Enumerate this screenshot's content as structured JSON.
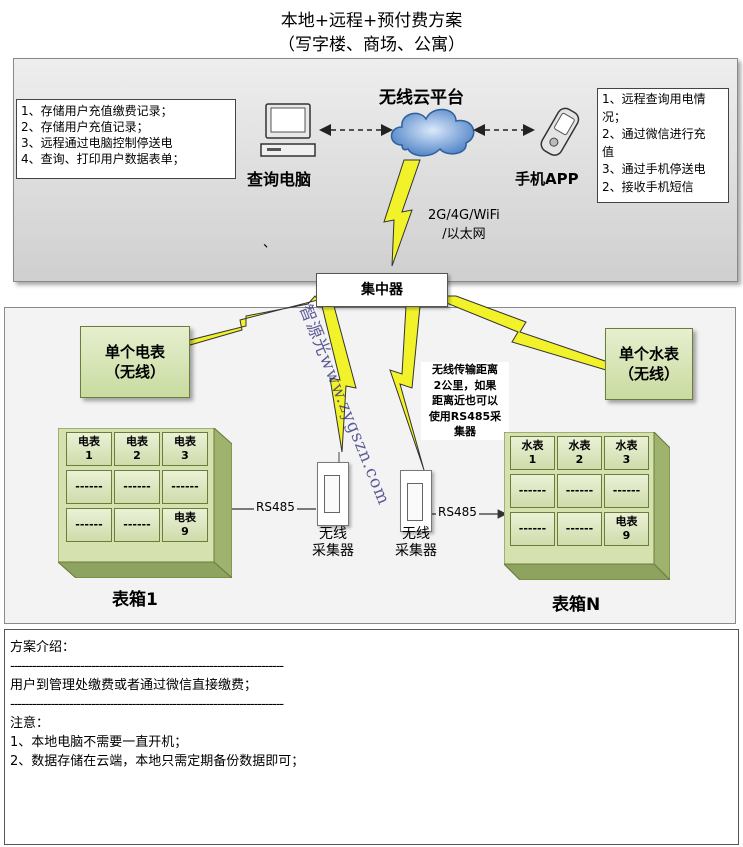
{
  "title": {
    "line1": "本地+远程+预付费方案",
    "line2": "（写字楼、商场、公寓）"
  },
  "top": {
    "left_notes": [
      "1、存储用户充值缴费记录；",
      "2、存储用户充值记录；",
      "3、远程通过电脑控制停送电",
      "4、查询、打印用户数据表单；"
    ],
    "computer_label": "查询电脑",
    "cloud_label": "无线云平台",
    "phone_label": "手机APP",
    "right_notes": [
      "1、远程查询用电情",
      "况；",
      "2、通过微信进行充",
      "值",
      "3、通过手机停送电",
      "2、接收手机短信"
    ],
    "network_line1": "2G/4G/WiFi",
    "network_line2": "/以太网",
    "stray_mark": "、"
  },
  "hub_label": "集中器",
  "middle": {
    "single_electric_line1": "单个电表",
    "single_electric_line2": "（无线）",
    "single_water_line1": "单个水表",
    "single_water_line2": "（无线）",
    "wireless_note": [
      "无线传输距离",
      "2公里，如果",
      "距离近也可以",
      "使用RS485采",
      "集器"
    ],
    "box1": {
      "label": "表箱1",
      "cells": [
        {
          "l1": "电表",
          "l2": "1"
        },
        {
          "l1": "电表",
          "l2": "2"
        },
        {
          "l1": "电表",
          "l2": "3"
        },
        {
          "l1": "------",
          "l2": ""
        },
        {
          "l1": "------",
          "l2": ""
        },
        {
          "l1": "------",
          "l2": ""
        },
        {
          "l1": "------",
          "l2": ""
        },
        {
          "l1": "------",
          "l2": ""
        },
        {
          "l1": "电表",
          "l2": "9"
        }
      ]
    },
    "boxN": {
      "label": "表箱N",
      "cells": [
        {
          "l1": "水表",
          "l2": "1"
        },
        {
          "l1": "水表",
          "l2": "2"
        },
        {
          "l1": "水表",
          "l2": "3"
        },
        {
          "l1": "------",
          "l2": ""
        },
        {
          "l1": "------",
          "l2": ""
        },
        {
          "l1": "------",
          "l2": ""
        },
        {
          "l1": "------",
          "l2": ""
        },
        {
          "l1": "------",
          "l2": ""
        },
        {
          "l1": "电表",
          "l2": "9"
        }
      ]
    },
    "rs485_left": "RS485",
    "rs485_right": "RS485",
    "collector_label_line1": "无线",
    "collector_label_line2": "采集器",
    "watermark": "智源光www.zygszn.com"
  },
  "intro": {
    "heading": "方案介绍：",
    "dashes": "--------------------------------------------------------------------------",
    "payment": "用户到管理处缴费或者通过微信直接缴费；",
    "note_heading": "注意：",
    "note1": "1、本地电脑不需要一直开机；",
    "note2": "2、数据存储在云端，本地只需定期备份数据即可；"
  },
  "colors": {
    "lightning_fill": "#f2f22a",
    "meter_green": "#d6e4b4",
    "cloud_blue": "#5a8fd0"
  }
}
